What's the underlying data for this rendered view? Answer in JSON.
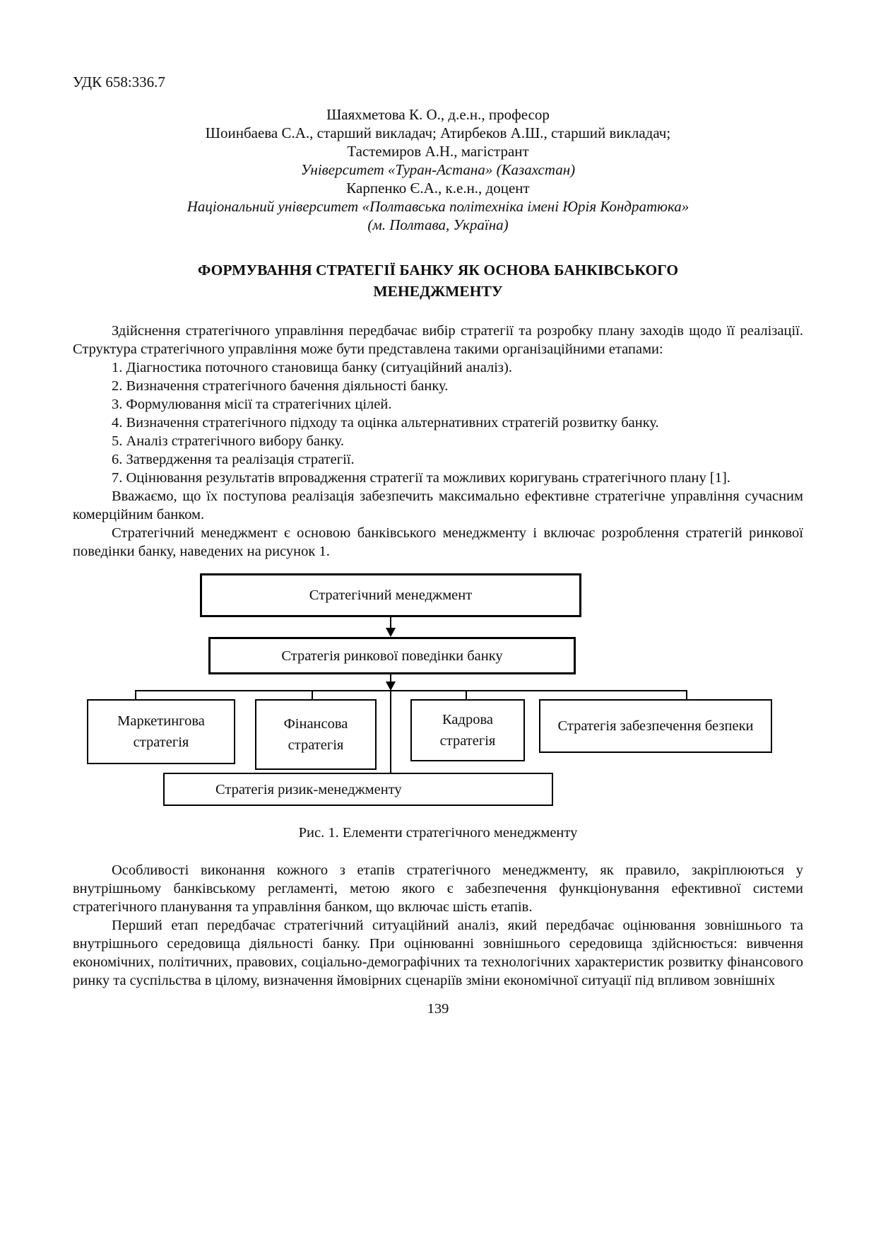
{
  "page": {
    "udc": "УДК 658:336.7",
    "page_number": "139"
  },
  "header": {
    "lines": [
      {
        "text": "Шаяхметова К. О., д.е.н., професор",
        "italic": false
      },
      {
        "text": "Шоинбаева С.А., старший викладач; Атирбеков А.Ш., старший викладач;",
        "italic": false
      },
      {
        "text": "Тастемиров А.Н., магістрант",
        "italic": false
      },
      {
        "text": "Університет «Туран-Астана» (Казахстан)",
        "italic": true
      },
      {
        "text": "Карпенко Є.А., к.е.н., доцент",
        "italic": false
      },
      {
        "text": "Національний університет «Полтавська політехніка імені Юрія Кондратюка»",
        "italic": true
      },
      {
        "text": "(м. Полтава, Україна)",
        "italic": true
      }
    ]
  },
  "title": "ФОРМУВАННЯ СТРАТЕГІЇ БАНКУ ЯК ОСНОВА БАНКІВСЬКОГО МЕНЕДЖМЕНТУ",
  "body": {
    "p1": "Здійснення стратегічного управління передбачає вибір стратегії та розробку плану заходів щодо її реалізації. Структура стратегічного управління може бути представлена такими організаційними етапами:",
    "list": [
      "1. Діагностика поточного становища банку (ситуаційний аналіз).",
      "2. Визначення стратегічного бачення діяльності банку.",
      "3. Формулювання місії та стратегічних цілей.",
      "4. Визначення стратегічного підходу та оцінка альтернативних стратегій розвитку банку.",
      "5. Аналіз стратегічного вибору банку.",
      "6. Затвердження та реалізація стратегії.",
      "7. Оцінювання результатів впровадження стратегії та можливих коригувань стратегічного плану [1]."
    ],
    "p2": "Вважаємо, що їх поступова реалізація забезпечить максимально ефективне стратегічне управління сучасним комерційним банком.",
    "p3": "Стратегічний менеджмент є основою банківського менеджменту і включає розроблення стратегій ринкової поведінки банку, наведених на рисунок 1.",
    "p4": "Особливості виконання кожного з етапів стратегічного менеджменту, як правило, закріплюються у внутрішньому банківському регламенті, метою якого є забезпечення функціонування ефективної системи стратегічного планування та управління банком, що включає шість етапів.",
    "p5": "Перший етап передбачає стратегічний ситуаційний аналіз, який передбачає оцінювання зовнішнього та внутрішнього середовища діяльності банку. При оцінюванні зовнішнього середовища здійснюється: вивчення економічних, політичних, правових, соціально-демографічних та технологічних характеристик розвитку фінансового ринку та суспільства в цілому, визначення ймовірних сценаріїв зміни економічної ситуації під впливом зовнішніх"
  },
  "figure": {
    "caption": "Рис. 1. Елементи стратегічного менеджменту",
    "nodes": [
      {
        "id": "strategic-management",
        "label": "Стратегічний менеджмент"
      },
      {
        "id": "market-behavior-strategy",
        "label": "Стратегія ринкової поведінки банку"
      },
      {
        "id": "marketing-strategy",
        "label": "Маркетингова стратегія"
      },
      {
        "id": "financial-strategy",
        "label": "Фінансова стратегія"
      },
      {
        "id": "personnel-strategy",
        "label": "Кадрова стратегія"
      },
      {
        "id": "security-strategy",
        "label": "Стратегія забезпечення безпеки"
      },
      {
        "id": "risk-management-strategy",
        "label": "Стратегія ризик-менеджменту"
      }
    ]
  }
}
